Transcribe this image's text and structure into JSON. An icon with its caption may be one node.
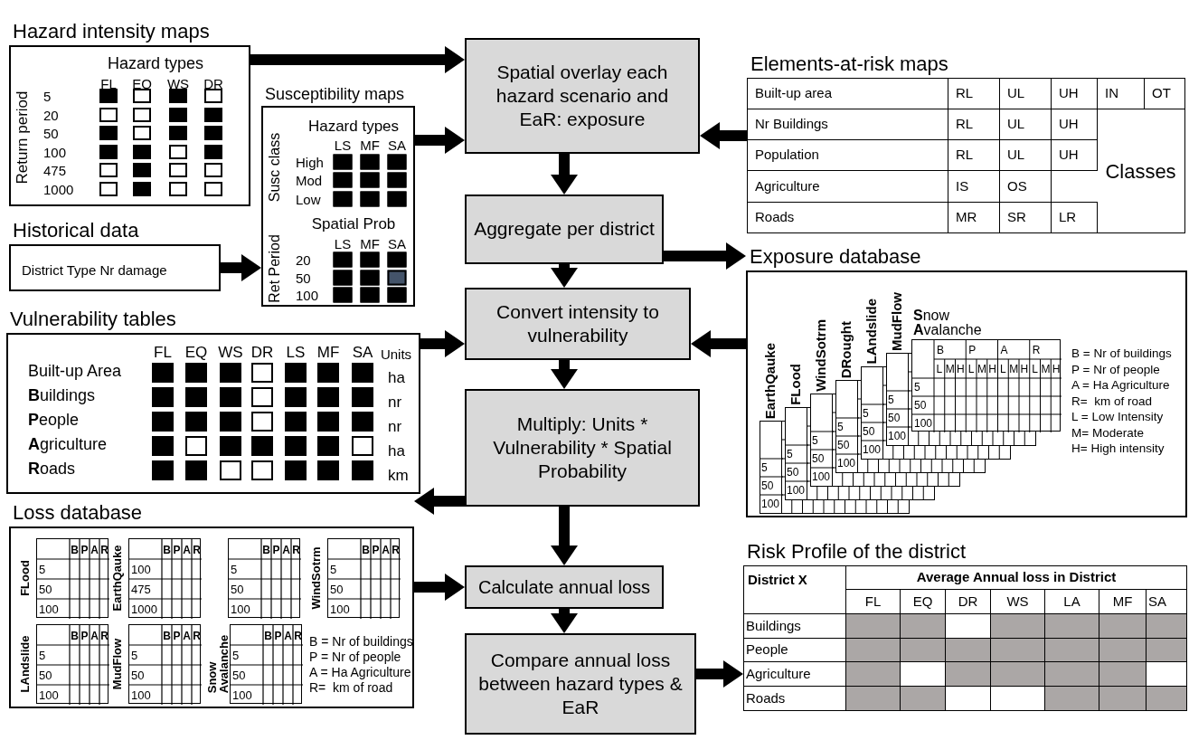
{
  "diagram": {
    "nodes": [
      {
        "text": [
          "Hazard intensity maps",
          "Hazard types",
          "Return period",
          "FL",
          "EQ",
          "WS",
          "DR",
          "5",
          "20",
          "50",
          "100",
          "475",
          "1000"
        ]
      },
      {
        "text": [
          "Spatial overlay each hazard scenario and EaR: exposure"
        ]
      },
      {
        "text": [
          "Elements-at-risk maps",
          "Built-up area",
          "RL",
          "UL",
          "UH",
          "IN",
          "OT",
          "Nr Buildings",
          "RL",
          "UL",
          "UH",
          "Population",
          "RL",
          "UL",
          "UH",
          "Agriculture",
          "IS",
          "OS",
          "Roads",
          "MR",
          "SR",
          "LR",
          "Classes"
        ]
      },
      {
        "text": [
          "Susceptibility maps",
          "Hazard types",
          "Susc class",
          "LS",
          "MF",
          "SA",
          "High",
          "Mod",
          "Low",
          "Spatial Prob",
          "Ret Period",
          "LS",
          "MF",
          "SA",
          "20",
          "50",
          "100"
        ]
      },
      {
        "text": [
          "Historical data",
          "District Type Nr damage"
        ]
      },
      {
        "text": [
          "Aggregate per district"
        ]
      },
      {
        "text": [
          "Exposure database",
          "B = Nr of buildings",
          "P = Nr of people",
          "A = Ha Agriculture",
          "R=  km of road",
          "L = Low Intensity",
          "M= Moderate",
          "H= High intensity"
        ]
      },
      {
        "text": [
          "5",
          "50",
          "100"
        ],
        "in": 6,
        "beside": [
          "EarthQauke"
        ]
      },
      {
        "text": [
          "5",
          "50",
          "100"
        ],
        "in": 6,
        "beside": [
          "FLood"
        ]
      },
      {
        "text": [
          "5",
          "50",
          "100"
        ],
        "in": 6,
        "beside": [
          "WindSotrm"
        ]
      },
      {
        "text": [
          "5",
          "50",
          "100"
        ],
        "in": 6,
        "beside": [
          "DRought"
        ]
      },
      {
        "text": [
          "5",
          "50",
          "100"
        ],
        "in": 6,
        "beside": [
          "LAndslide"
        ]
      },
      {
        "text": [
          "5",
          "50",
          "100"
        ],
        "in": 6,
        "beside": [
          "MudFlow"
        ]
      },
      {
        "text": [
          "B",
          "P",
          "A",
          "R",
          "L",
          "M",
          "H",
          "L",
          "M",
          "H",
          "L",
          "M",
          "H",
          "L",
          "M",
          "H",
          "5",
          "50",
          "100"
        ],
        "in": 6,
        "beside": [
          "**S**now **A**valanche"
        ]
      },
      {
        "text": [
          "Vulnerability tables",
          "FL",
          "EQ",
          "WS",
          "DR",
          "LS",
          "MF",
          "SA",
          "Units",
          "Built-up Area",
          "**B**uildings",
          "**P**eople",
          "**A**griculture",
          "**R**oads",
          "ha",
          "nr",
          "nr",
          "ha",
          "km"
        ]
      },
      {
        "text": [
          "Convert intensity to vulnerability"
        ]
      },
      {
        "text": [
          "Multiply: Units * Vulnerability * Spatial Probability"
        ]
      },
      {
        "text": [
          "Loss database",
          "B = Nr of buildings",
          "P = Nr of people",
          "A = Ha Agriculture",
          "R=  km of road"
        ]
      },
      {
        "text": [
          "B",
          "P",
          "A",
          "R",
          "5",
          "50",
          "100"
        ],
        "in": 17,
        "beside": [
          "FLood"
        ]
      },
      {
        "text": [
          "B",
          "P",
          "A",
          "R",
          "100",
          "475",
          "1000"
        ],
        "in": 17,
        "beside": [
          "EarthQauke"
        ]
      },
      {
        "text": [
          "B",
          "P",
          "A",
          "R",
          "5",
          "50",
          "100"
        ],
        "in": 17
      },
      {
        "text": [
          "B",
          "P",
          "A",
          "R",
          "5",
          "50",
          "100"
        ],
        "in": 17,
        "beside": [
          "WindSotrm"
        ]
      },
      {
        "text": [
          "B",
          "P",
          "A",
          "R",
          "5",
          "50",
          "100"
        ],
        "in": 17,
        "beside": [
          "LAndslide"
        ]
      },
      {
        "text": [
          "B",
          "P",
          "A",
          "R",
          "5",
          "50",
          "100"
        ],
        "in": 17,
        "beside": [
          "MudFlow"
        ]
      },
      {
        "text": [
          "B",
          "P",
          "A",
          "R",
          "5",
          "50",
          "100"
        ],
        "in": 17,
        "beside": [
          "Snow Avalanche"
        ]
      },
      {
        "text": [
          "Calculate annual loss"
        ]
      },
      {
        "text": [
          "Risk Profile of the district",
          "District X",
          "Average Annual loss in District",
          "FL",
          "EQ",
          "DR",
          "WS",
          "LA",
          "MF",
          "SA",
          "Buildings",
          "People",
          "Agriculture",
          "Roads"
        ]
      },
      {
        "text": [
          "Compare annual loss between hazard types & EaR"
        ]
      }
    ],
    "edges": [
      {
        "from": 0,
        "to": 1,
        "arrow": "to"
      },
      {
        "from": 3,
        "to": 1,
        "arrow": "to"
      },
      {
        "from": 2,
        "to": 1,
        "arrow": "to"
      },
      {
        "from": 4,
        "to": 3,
        "arrow": "to"
      },
      {
        "from": 1,
        "to": 5,
        "arrow": "to"
      },
      {
        "from": 5,
        "to": 6,
        "arrow": "to"
      },
      {
        "from": 5,
        "to": 15,
        "arrow": "to"
      },
      {
        "from": 14,
        "to": 15,
        "arrow": "to"
      },
      {
        "from": 6,
        "to": 15,
        "arrow": "to"
      },
      {
        "from": 15,
        "to": 16,
        "arrow": "to"
      },
      {
        "from": 16,
        "to": 17,
        "arrow": "to"
      },
      {
        "from": 16,
        "to": 25,
        "arrow": "to"
      },
      {
        "from": 17,
        "to": 25,
        "arrow": "to"
      },
      {
        "from": 25,
        "to": 27,
        "arrow": "to"
      },
      {
        "from": 27,
        "to": 26,
        "arrow": "to"
      }
    ]
  }
}
